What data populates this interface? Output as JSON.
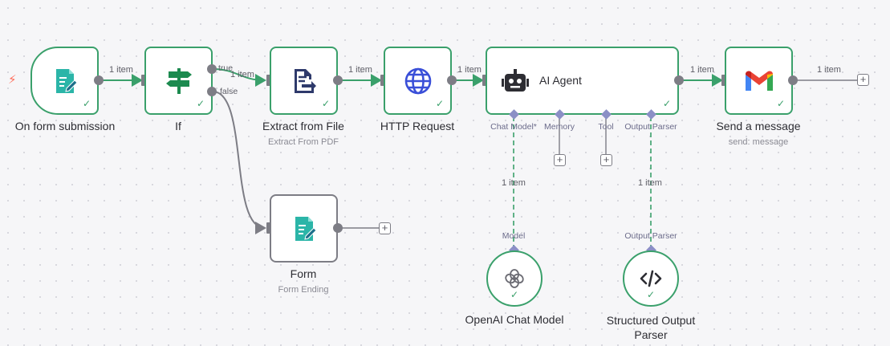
{
  "canvas": {
    "trigger_icon": "lightning-icon"
  },
  "nodes": {
    "form_trigger": {
      "title": "On form submission",
      "icon": "form-icon"
    },
    "if": {
      "title": "If",
      "icon": "signpost-icon",
      "true_label": "true",
      "false_label": "false"
    },
    "extract": {
      "title": "Extract from File",
      "subtitle": "Extract From PDF",
      "icon": "file-export-icon"
    },
    "http": {
      "title": "HTTP Request",
      "icon": "globe-icon"
    },
    "agent": {
      "title": "AI Agent",
      "icon": "robot-icon",
      "ports": {
        "chat_model": "Chat Model*",
        "memory": "Memory",
        "tool": "Tool",
        "output_parser": "Output Parser"
      }
    },
    "gmail": {
      "title": "Send a message",
      "subtitle": "send: message",
      "icon": "gmail-icon"
    },
    "form_end": {
      "title": "Form",
      "subtitle": "Form Ending",
      "icon": "form-icon"
    },
    "openai": {
      "title": "OpenAI Chat Model",
      "icon": "openai-icon",
      "port_label": "Model"
    },
    "parser": {
      "title": "Structured Output Parser",
      "icon": "code-icon",
      "port_label": "Output Parser"
    }
  },
  "connections": {
    "c1": "1 item",
    "c2": "1 item",
    "c3": "1 item",
    "c4": "1 item",
    "c5": "1 item",
    "c6": "1 item",
    "model": "1 item",
    "parser": "1 item"
  },
  "colors": {
    "success": "#3aa06b",
    "port": "#7d7d85",
    "sub_port": "#8b8fc6",
    "trigger": "#ff6d5a"
  }
}
